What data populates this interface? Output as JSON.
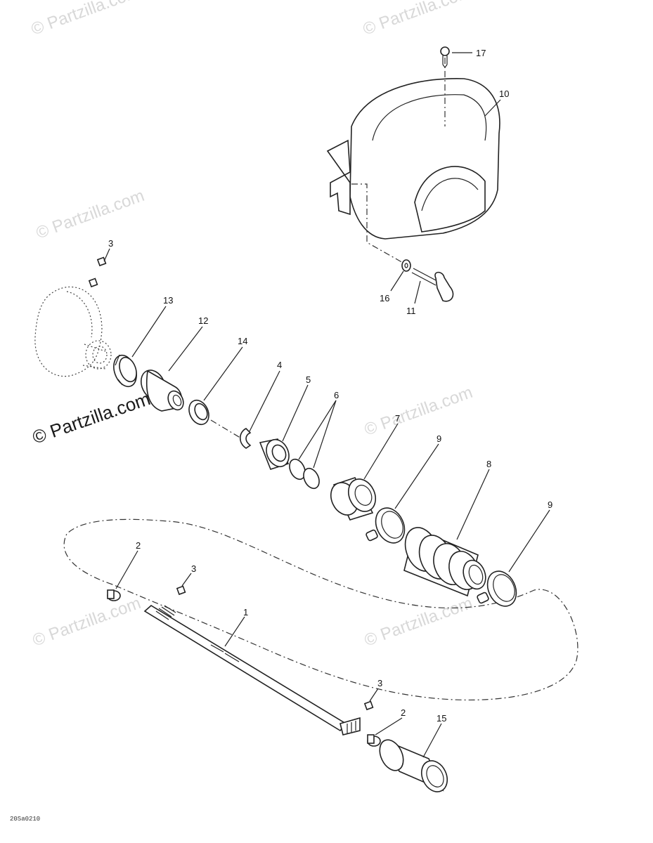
{
  "watermarks": {
    "faint": "© Partzilla.com",
    "main": "© Partzilla.com"
  },
  "callouts": {
    "c1": "1",
    "c2a": "2",
    "c2b": "2",
    "c3a": "3",
    "c3b": "3",
    "c3c": "3",
    "c4": "4",
    "c5": "5",
    "c6": "6",
    "c7": "7",
    "c8": "8",
    "c9a": "9",
    "c9b": "9",
    "c10": "10",
    "c11": "11",
    "c12": "12",
    "c13": "13",
    "c14": "14",
    "c15": "15",
    "c16": "16",
    "c17": "17"
  },
  "figure_code": "20Sa0210"
}
